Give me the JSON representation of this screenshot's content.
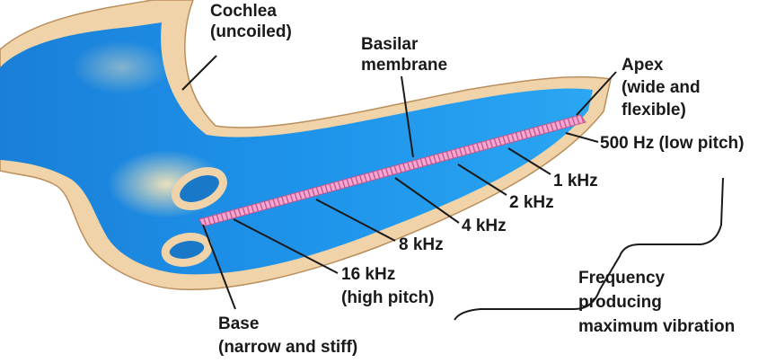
{
  "labels": {
    "cochlea": {
      "line1": "Cochlea",
      "line2": "(uncoiled)"
    },
    "basilar": {
      "line1": "Basilar",
      "line2": "membrane"
    },
    "apex": {
      "line1": "Apex",
      "line2": "(wide and",
      "line3": "flexible)"
    },
    "base": {
      "line1": "Base",
      "line2": "(narrow and stiff)"
    },
    "freq": {
      "f500": "500 Hz (low pitch)",
      "f1k": "1 kHz",
      "f2k": "2 kHz",
      "f4k": "4 kHz",
      "f8k": "8 kHz",
      "f16k_line1": "16 kHz",
      "f16k_line2": "(high pitch)"
    },
    "bracket": {
      "line1": "Frequency",
      "line2": "producing",
      "line3": "maximum vibration"
    }
  },
  "colors": {
    "membrane": "#f29ac8",
    "fluid": "#1d8fe6",
    "bone": "#f0d3a8",
    "text": "#1a1a1a"
  }
}
